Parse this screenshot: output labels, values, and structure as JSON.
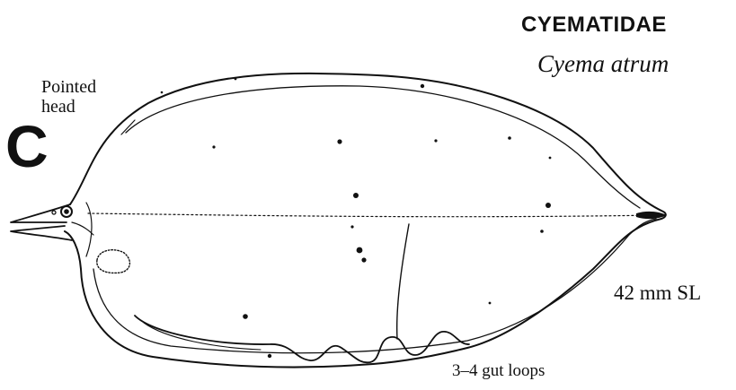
{
  "family": "CYEMATIDAE",
  "species": "Cyema atrum",
  "panel_letter": "C",
  "annotations": {
    "head_line1": "Pointed",
    "head_line2": "head",
    "size": "42 mm SL",
    "gut": "3–4 gut loops"
  },
  "colors": {
    "ink": "#111111",
    "background": "#ffffff"
  }
}
